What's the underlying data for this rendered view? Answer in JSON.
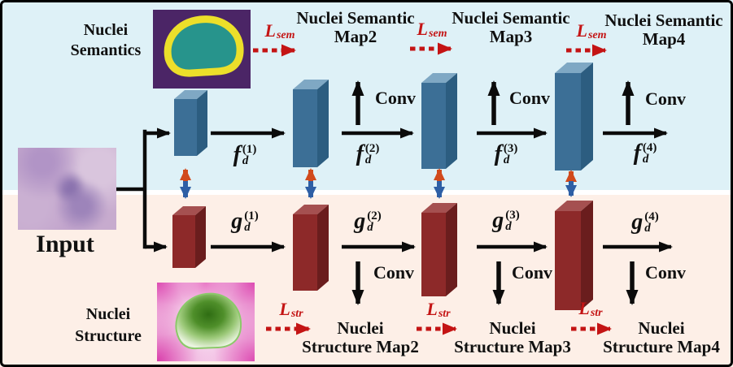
{
  "input": {
    "label": "Input"
  },
  "semantics": {
    "panel_label_line1": "Nuclei",
    "panel_label_line2": "Semantics",
    "conv_label": "Conv",
    "loss": {
      "letter": "L",
      "sub": "sem"
    },
    "maps": [
      {
        "line1": "Nuclei Semantic",
        "line2": "Map2"
      },
      {
        "line1": "Nuclei Semantic",
        "line2": "Map3"
      },
      {
        "line1": "Nuclei Semantic",
        "line2": "Map4"
      }
    ],
    "features": [
      {
        "base": "f",
        "sub": "d",
        "sup": "(1)"
      },
      {
        "base": "f",
        "sub": "d",
        "sup": "(2)"
      },
      {
        "base": "f",
        "sub": "d",
        "sup": "(3)"
      },
      {
        "base": "f",
        "sub": "d",
        "sup": "(4)"
      }
    ]
  },
  "structure": {
    "panel_label_line1": "Nuclei",
    "panel_label_line2": "Structure",
    "conv_label": "Conv",
    "loss": {
      "letter": "L",
      "sub": "str"
    },
    "maps": [
      {
        "line1": "Nuclei",
        "line2": "Structure Map2"
      },
      {
        "line1": "Nuclei",
        "line2": "Structure Map3"
      },
      {
        "line1": "Nuclei",
        "line2": "Structure Map4"
      }
    ],
    "features": [
      {
        "base": "g",
        "sub": "d",
        "sup": "(1)"
      },
      {
        "base": "g",
        "sub": "d",
        "sup": "(2)"
      },
      {
        "base": "g",
        "sub": "d",
        "sup": "(3)"
      },
      {
        "base": "g",
        "sub": "d",
        "sup": "(4)"
      }
    ]
  },
  "colors": {
    "semantic_bg": "#def1f7",
    "structure_bg": "#fdefe7",
    "semantic_block": "#3c6f96",
    "structure_block": "#8d2929",
    "loss_red": "#c41414",
    "exchange_orange": "#d14a1c",
    "exchange_blue": "#2e5fa5"
  }
}
